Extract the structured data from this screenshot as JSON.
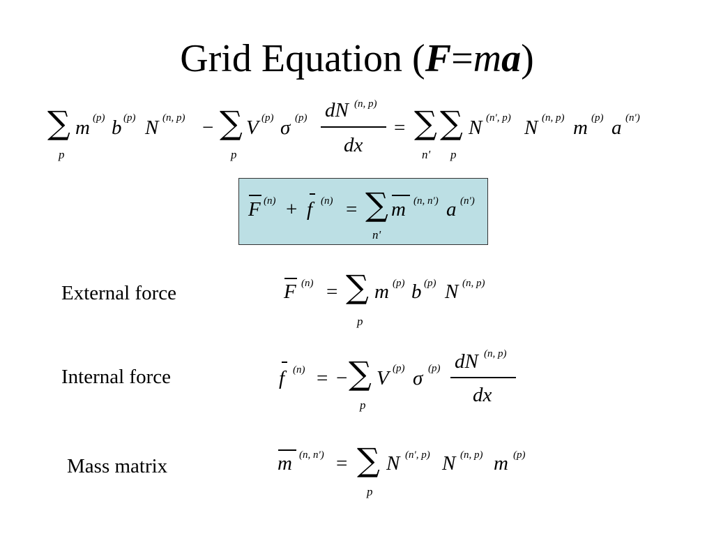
{
  "slide": {
    "title_prefix": "Grid Equation (",
    "title_F": "F",
    "title_eq": "=",
    "title_m": "m",
    "title_a": "a",
    "title_suffix": ")"
  },
  "labels": {
    "external": "External force",
    "internal": "Internal force",
    "mass": "Mass matrix"
  },
  "colors": {
    "box_fill": "#bcdfe4"
  }
}
